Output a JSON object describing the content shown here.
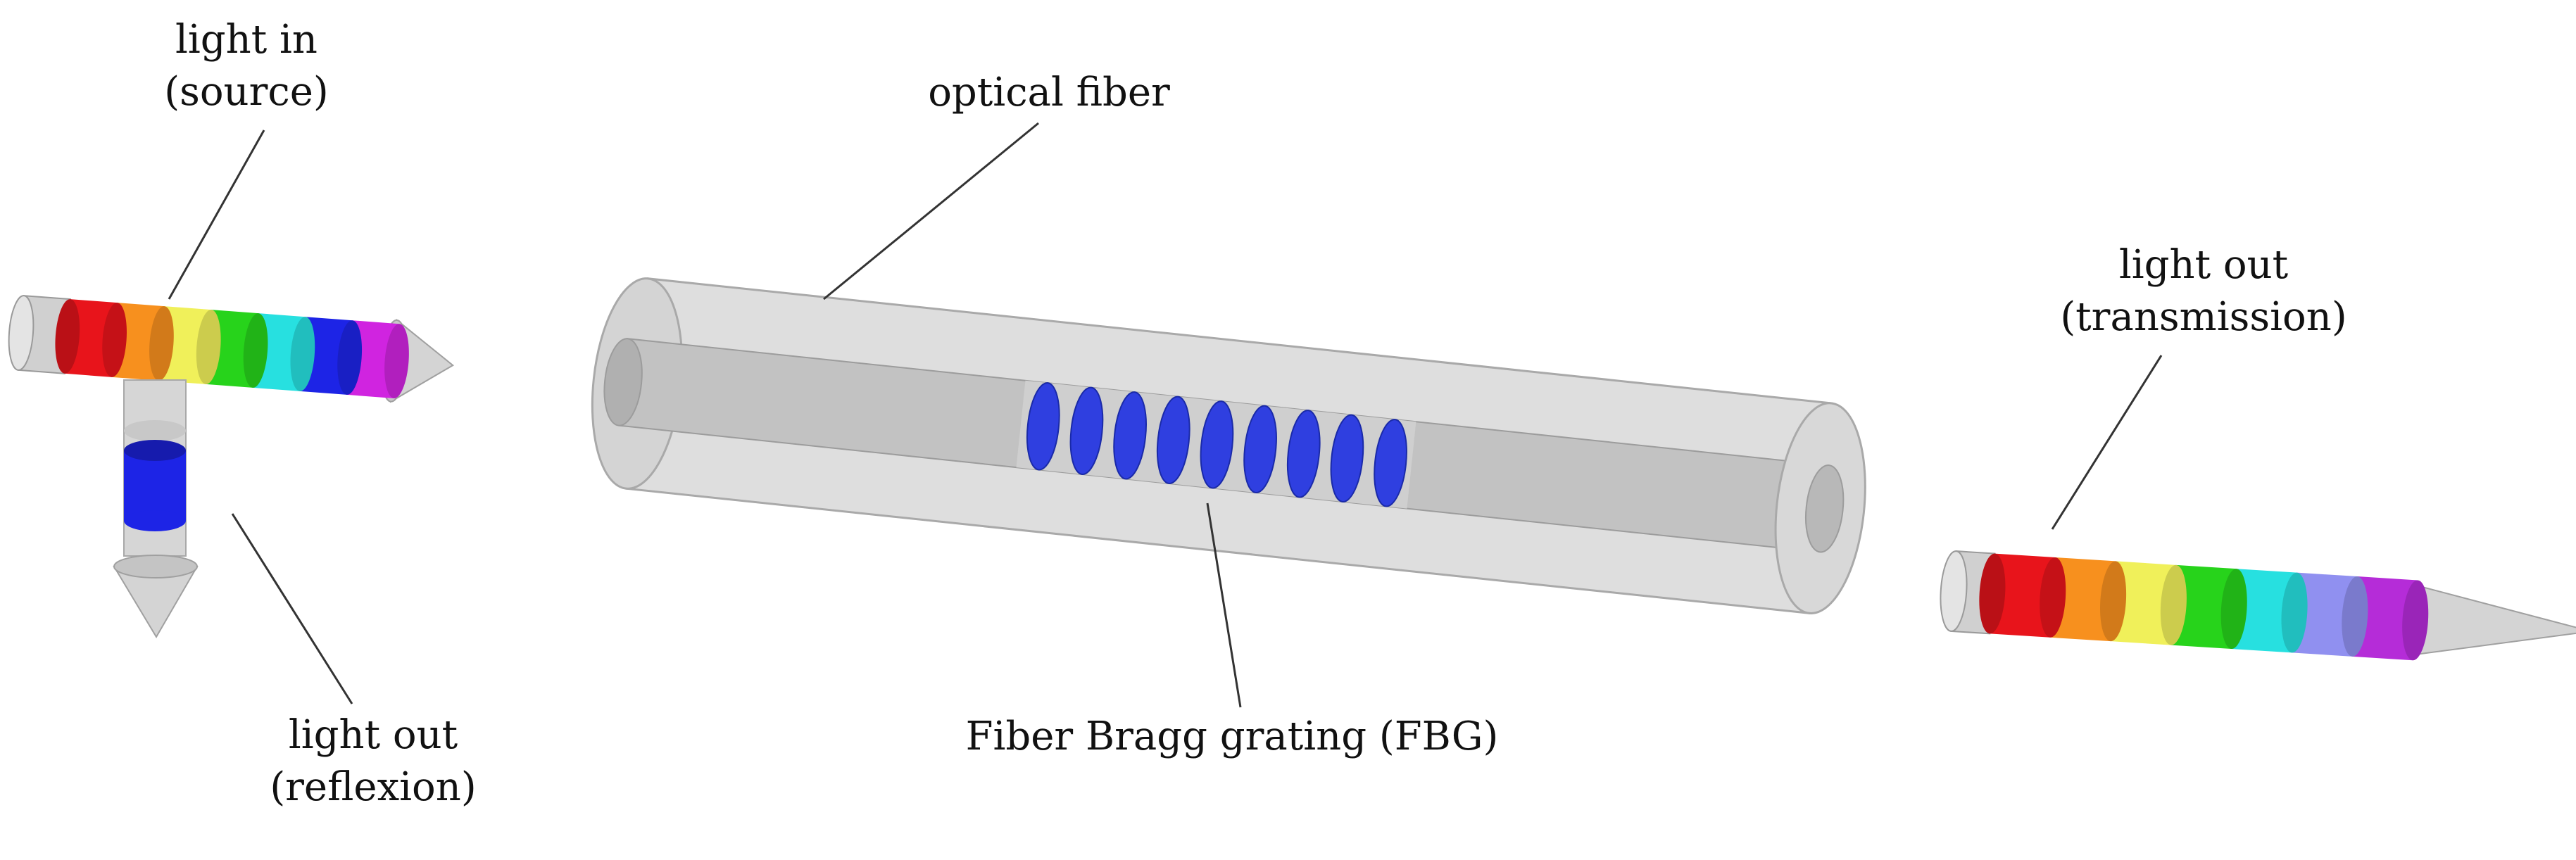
{
  "labels": {
    "source": [
      "light in",
      "(source)"
    ],
    "fiber": "optical fiber",
    "grating": "Fiber Bragg grating (FBG)",
    "reflexion": [
      "light out",
      "(reflexion)"
    ],
    "transmission": [
      "light out",
      "(transmission)"
    ]
  },
  "colors": {
    "cladding_fill": "#dedede",
    "cladding_stroke": "#a9a9a9",
    "core_fill": "#c2c2c2",
    "grating_blue": "#2f3fe0",
    "arrow_gray": "#d4d4d4",
    "spectrum": [
      "#e8141b",
      "#f7901e",
      "#f0f05a",
      "#27d31b",
      "#27e0e0",
      "#1d24e6",
      "#d024e0"
    ],
    "transmitted_spectrum": [
      "#e8141b",
      "#f7901e",
      "#f0f05a",
      "#27d31b",
      "#27e0e0",
      "#9090f0",
      "#b52cd8"
    ],
    "reflected": "#1d24e6"
  },
  "grating_periods": 9
}
